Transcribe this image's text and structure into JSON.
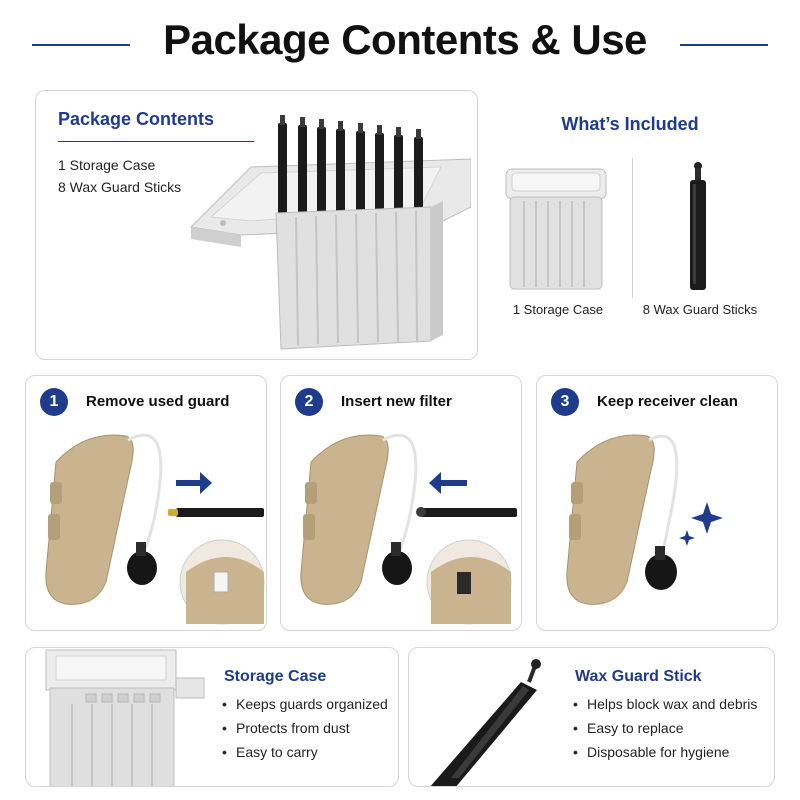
{
  "header": {
    "title": "Package Contents & Use"
  },
  "package_contents": {
    "title": "Package Contents",
    "items": [
      "1 Storage Case",
      "8 Wax Guard Sticks"
    ]
  },
  "whats_included": {
    "title": "What’s Included",
    "labels": [
      "1 Storage Case",
      "8 Wax Guard Sticks"
    ]
  },
  "steps": [
    {
      "number": "1",
      "title": "Remove used guard",
      "arrow": "right-arrow-icon"
    },
    {
      "number": "2",
      "title": "Insert new filter",
      "arrow": "left-arrow-icon"
    },
    {
      "number": "3",
      "title": "Keep receiver clean",
      "arrow": "sparkle-icon"
    }
  ],
  "storage_case": {
    "title": "Storage Case",
    "bullets": [
      "Keeps guards organized",
      "Protects from dust",
      "Easy to carry"
    ]
  },
  "wax_guard_stick": {
    "title": "Wax Guard Stick",
    "bullets": [
      "Helps block wax and debris",
      "Easy to replace",
      "Disposable for hygiene"
    ]
  },
  "colors": {
    "accent": "#1f3b8c",
    "hearing_aid": "#c9b48f",
    "case": "#e2e2e2",
    "stick": "#1c1c1c"
  }
}
